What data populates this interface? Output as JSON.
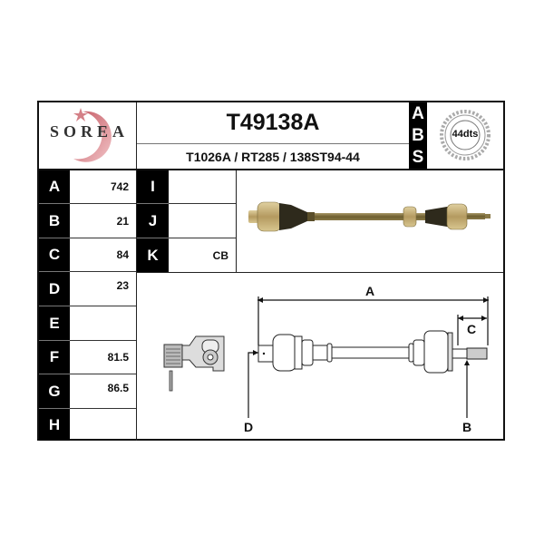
{
  "header": {
    "brand": "SOREA",
    "part_number": "T49138A",
    "cross_references": "T1026A / RT285 / 138ST94-44",
    "abs_label": [
      "A",
      "B",
      "S"
    ],
    "abs_teeth": "44dts"
  },
  "specs_left": [
    {
      "label": "A",
      "value": "742"
    },
    {
      "label": "B",
      "value": "21"
    },
    {
      "label": "C",
      "value": "84"
    },
    {
      "label": "D",
      "value": "23"
    },
    {
      "label": "E",
      "value": ""
    },
    {
      "label": "F",
      "value": "81.5"
    },
    {
      "label": "G",
      "value": "86.5"
    },
    {
      "label": "H",
      "value": ""
    }
  ],
  "specs_right": [
    {
      "label": "I",
      "value": ""
    },
    {
      "label": "J",
      "value": ""
    },
    {
      "label": "K",
      "value": "CB"
    }
  ],
  "diagram": {
    "dim_a": "A",
    "dim_b": "B",
    "dim_c": "C",
    "dim_d": "D"
  },
  "colors": {
    "label_bg": "#000000",
    "shaft": "#7a6a3a",
    "logo_arc": "#c9505a"
  }
}
